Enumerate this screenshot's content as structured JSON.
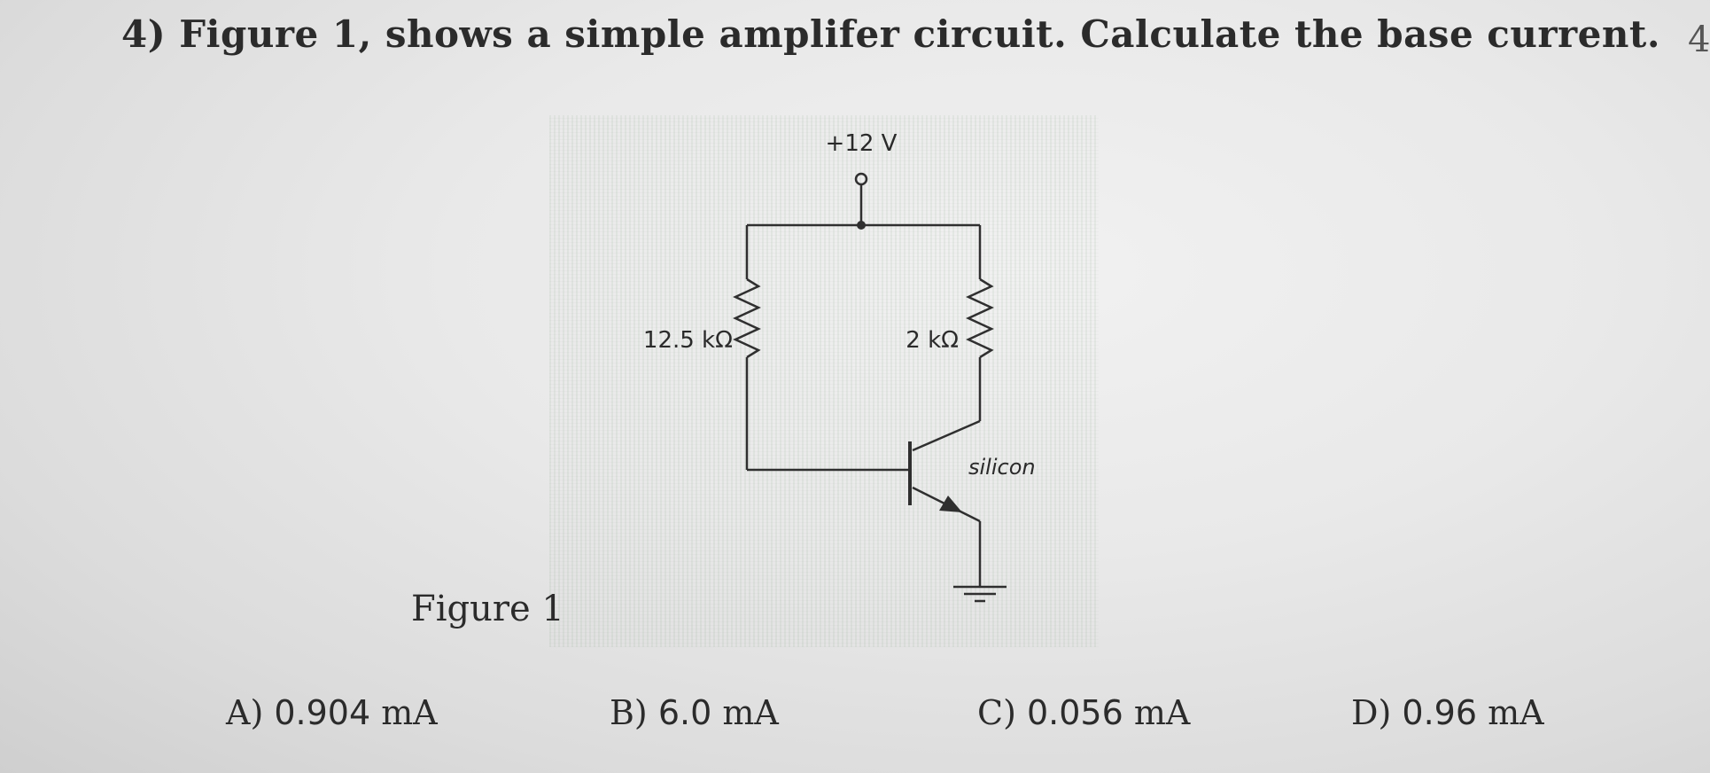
{
  "question": {
    "text": "4) Figure 1, shows a simple amplifer circuit. Calculate the base current."
  },
  "edge_mark": "4",
  "circuit": {
    "supply_label": "+12 V",
    "base_resistor_label": "12.5 kΩ",
    "collector_resistor_label": "2 kΩ",
    "transistor_label": "silicon"
  },
  "figure_caption": "Figure 1",
  "choices": [
    {
      "letter": "A)",
      "value": "0.904",
      "unit": "mA"
    },
    {
      "letter": "B)",
      "value": "6.0",
      "unit": "mA"
    },
    {
      "letter": "C)",
      "value": "0.056",
      "unit": "mA"
    },
    {
      "letter": "D)",
      "value": "0.96",
      "unit": "mA"
    }
  ]
}
